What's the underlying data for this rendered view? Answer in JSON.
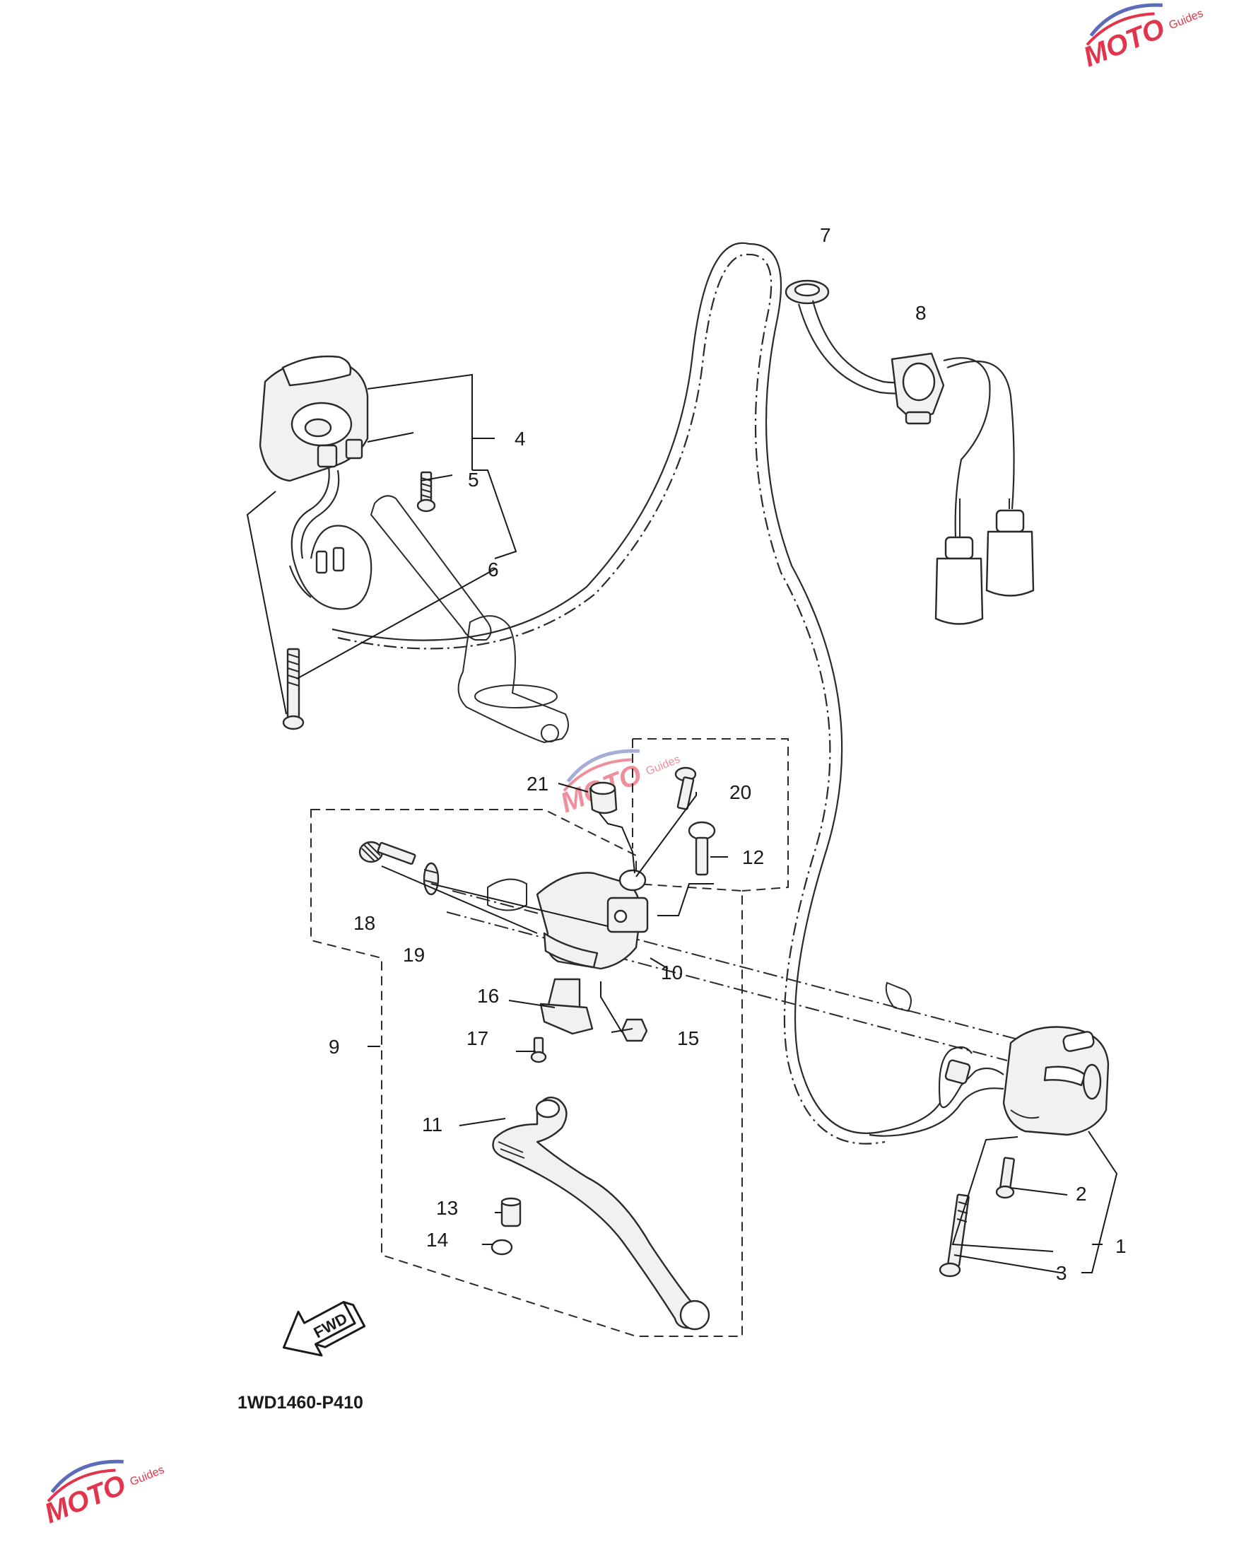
{
  "diagram": {
    "code": "1WD1460-P410",
    "fwd_label": "FWD",
    "watermark": {
      "brand": "MOTO",
      "sub": "Guides",
      "accent_color": "#e2344a",
      "secondary_color": "#5b6cb8"
    },
    "callouts": [
      "1",
      "2",
      "3",
      "4",
      "5",
      "6",
      "7",
      "8",
      "9",
      "10",
      "11",
      "12",
      "13",
      "14",
      "15",
      "16",
      "17",
      "18",
      "19",
      "20",
      "21"
    ]
  }
}
